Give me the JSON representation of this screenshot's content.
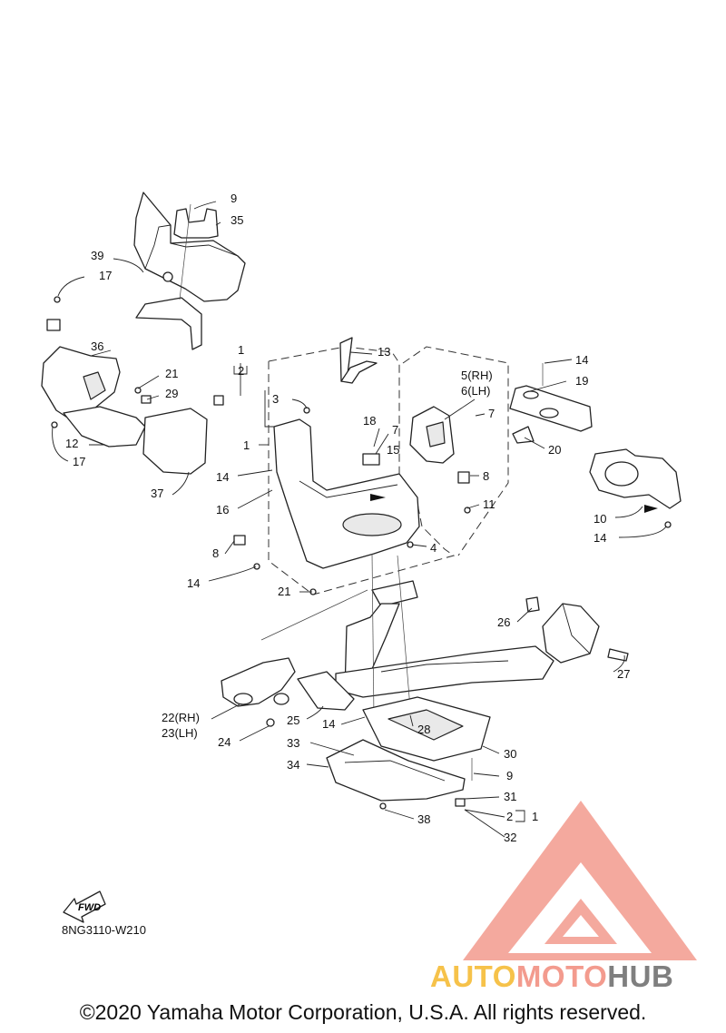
{
  "diagram": {
    "catalog_code": "8NG3110-W210",
    "fwd_label": "FWD",
    "copyright": "©2020 Yamaha Motor Corporation, U.S.A. All rights reserved.",
    "watermark": {
      "part1": "AUTO",
      "part2": "MOTO",
      "part3": "HUB"
    },
    "colors": {
      "line": "#222222",
      "watermark_red": "#f39b8e",
      "watermark_yellow": "#f6c24a",
      "watermark_gray": "#7f7f7f"
    },
    "callouts": [
      {
        "id": "c9a",
        "text": "9"
      },
      {
        "id": "c35",
        "text": "35"
      },
      {
        "id": "c39",
        "text": "39"
      },
      {
        "id": "c17a",
        "text": "17"
      },
      {
        "id": "c36",
        "text": "36"
      },
      {
        "id": "c21a",
        "text": "21"
      },
      {
        "id": "c29",
        "text": "29"
      },
      {
        "id": "c12",
        "text": "12"
      },
      {
        "id": "c17b",
        "text": "17"
      },
      {
        "id": "c37",
        "text": "37"
      },
      {
        "id": "c1a",
        "text": "1"
      },
      {
        "id": "c2a",
        "text": "2"
      },
      {
        "id": "c13",
        "text": "13"
      },
      {
        "id": "c3",
        "text": "3"
      },
      {
        "id": "c1b",
        "text": "1"
      },
      {
        "id": "c18",
        "text": "18"
      },
      {
        "id": "c7a",
        "text": "7"
      },
      {
        "id": "c15",
        "text": "15"
      },
      {
        "id": "c14a",
        "text": "14"
      },
      {
        "id": "c16",
        "text": "16"
      },
      {
        "id": "c8a",
        "text": "8"
      },
      {
        "id": "c14b",
        "text": "14"
      },
      {
        "id": "c21b",
        "text": "21"
      },
      {
        "id": "c4",
        "text": "4"
      },
      {
        "id": "c11",
        "text": "11"
      },
      {
        "id": "c8b",
        "text": "8"
      },
      {
        "id": "c5",
        "text": "5(RH)"
      },
      {
        "id": "c6",
        "text": "6(LH)"
      },
      {
        "id": "c7b",
        "text": "7"
      },
      {
        "id": "c14c",
        "text": "14"
      },
      {
        "id": "c19",
        "text": "19"
      },
      {
        "id": "c20",
        "text": "20"
      },
      {
        "id": "c10",
        "text": "10"
      },
      {
        "id": "c14d",
        "text": "14"
      },
      {
        "id": "c26",
        "text": "26"
      },
      {
        "id": "c27",
        "text": "27"
      },
      {
        "id": "c22",
        "text": "22(RH)"
      },
      {
        "id": "c23",
        "text": "23(LH)"
      },
      {
        "id": "c24",
        "text": "24"
      },
      {
        "id": "c25",
        "text": "25"
      },
      {
        "id": "c14e",
        "text": "14"
      },
      {
        "id": "c28",
        "text": "28"
      },
      {
        "id": "c33",
        "text": "33"
      },
      {
        "id": "c30",
        "text": "30"
      },
      {
        "id": "c34",
        "text": "34"
      },
      {
        "id": "c9b",
        "text": "9"
      },
      {
        "id": "c31",
        "text": "31"
      },
      {
        "id": "c2b",
        "text": "2"
      },
      {
        "id": "c1c",
        "text": "1"
      },
      {
        "id": "c32",
        "text": "32"
      },
      {
        "id": "c38",
        "text": "38"
      }
    ]
  }
}
